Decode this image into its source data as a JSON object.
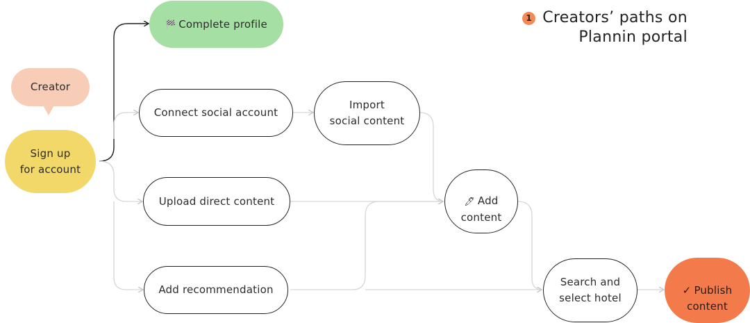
{
  "title": {
    "badge": "1",
    "line1": "Creators’ paths on",
    "line2": "Plannin portal"
  },
  "nodes": {
    "creator": "Creator",
    "sign_up": "Sign up\nfor account",
    "complete_profile_icon": "🏁",
    "complete_profile": "Complete profile",
    "connect_social": "Connect social account",
    "import_social": "Import\nsocial content",
    "upload_direct": "Upload direct content",
    "add_recommendation": "Add recommendation",
    "add_content_icon": "🖊",
    "add_content": "Add\ncontent",
    "search_hotel": "Search and\nselect hotel",
    "publish_icon": "✓",
    "publish": "Publish\ncontent"
  },
  "colors": {
    "green": "#a6dfa4",
    "yellow": "#f2d868",
    "peach": "#f7cdb7",
    "orange": "#f27a4b",
    "edge_dark": "#1f1f1f",
    "edge_light": "#cfcfcf"
  }
}
